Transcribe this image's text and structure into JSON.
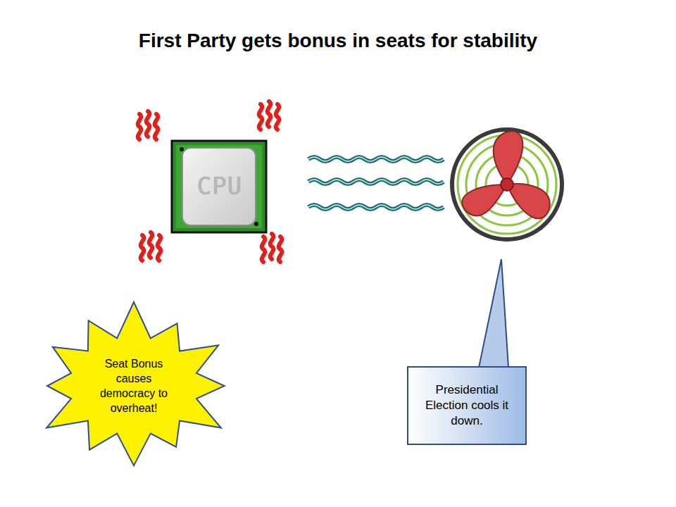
{
  "diagram": {
    "title": "First Party gets bonus in seats for stability",
    "nodes": [
      {
        "text": [
          "Seat Bonus causes democracy to overheat!"
        ]
      },
      {
        "text": [
          "Presidential Election cools it down."
        ]
      }
    ],
    "labels": [
      "CPU"
    ]
  }
}
